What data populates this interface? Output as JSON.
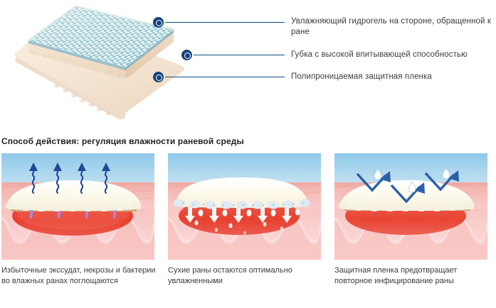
{
  "product": {
    "title_alt": "Многослойная повязка",
    "layers": [
      {
        "id": "hydrogel",
        "label": "Увлажняющий гидрогель на стороне, обращенной к ране"
      },
      {
        "id": "sponge",
        "label": "Губка с высокой впитывающей способностью"
      },
      {
        "id": "film",
        "label": "Полипроницаемая защитная пленка"
      }
    ]
  },
  "section": {
    "heading": "Способ действия: регуляция влажности раневой среды"
  },
  "panels": [
    {
      "id": "absorption",
      "caption": "Избыточные экссудат, некрозы и бактерии во влажных ранах поглощаются",
      "arrows": "up-wavy",
      "arrow_count": 4
    },
    {
      "id": "hydration",
      "caption": "Сухие раны остаются оптимально увлажненными",
      "arrows": "down-droplets",
      "arrow_count": 7
    },
    {
      "id": "protection",
      "caption": "Защитная пленка предотвращает повторное инфицирование раны",
      "arrows": "deflect-v",
      "arrow_count": 3
    }
  ],
  "colors": {
    "callout_navy": "#14427e",
    "leader_line": "#0f4a82",
    "hydrogel_teal": "#9ccbd8",
    "hydrogel_dot": "#eef6f2",
    "foam_cream": "#f3e3d2",
    "film_beige": "#f7e9da",
    "sky_blue": "#8fc9e8",
    "skin_pink": "#f3b3ad",
    "skin_deep": "#f6c3c0",
    "wound_red": "#e8483a",
    "exudate_tan": "#c6a173",
    "dressing_white": "#fdfaf0",
    "arrow_blue": "#2b5fa8",
    "purple_arrow": "#b08ad0",
    "text": "#3c3c3c",
    "heading": "#222222"
  }
}
